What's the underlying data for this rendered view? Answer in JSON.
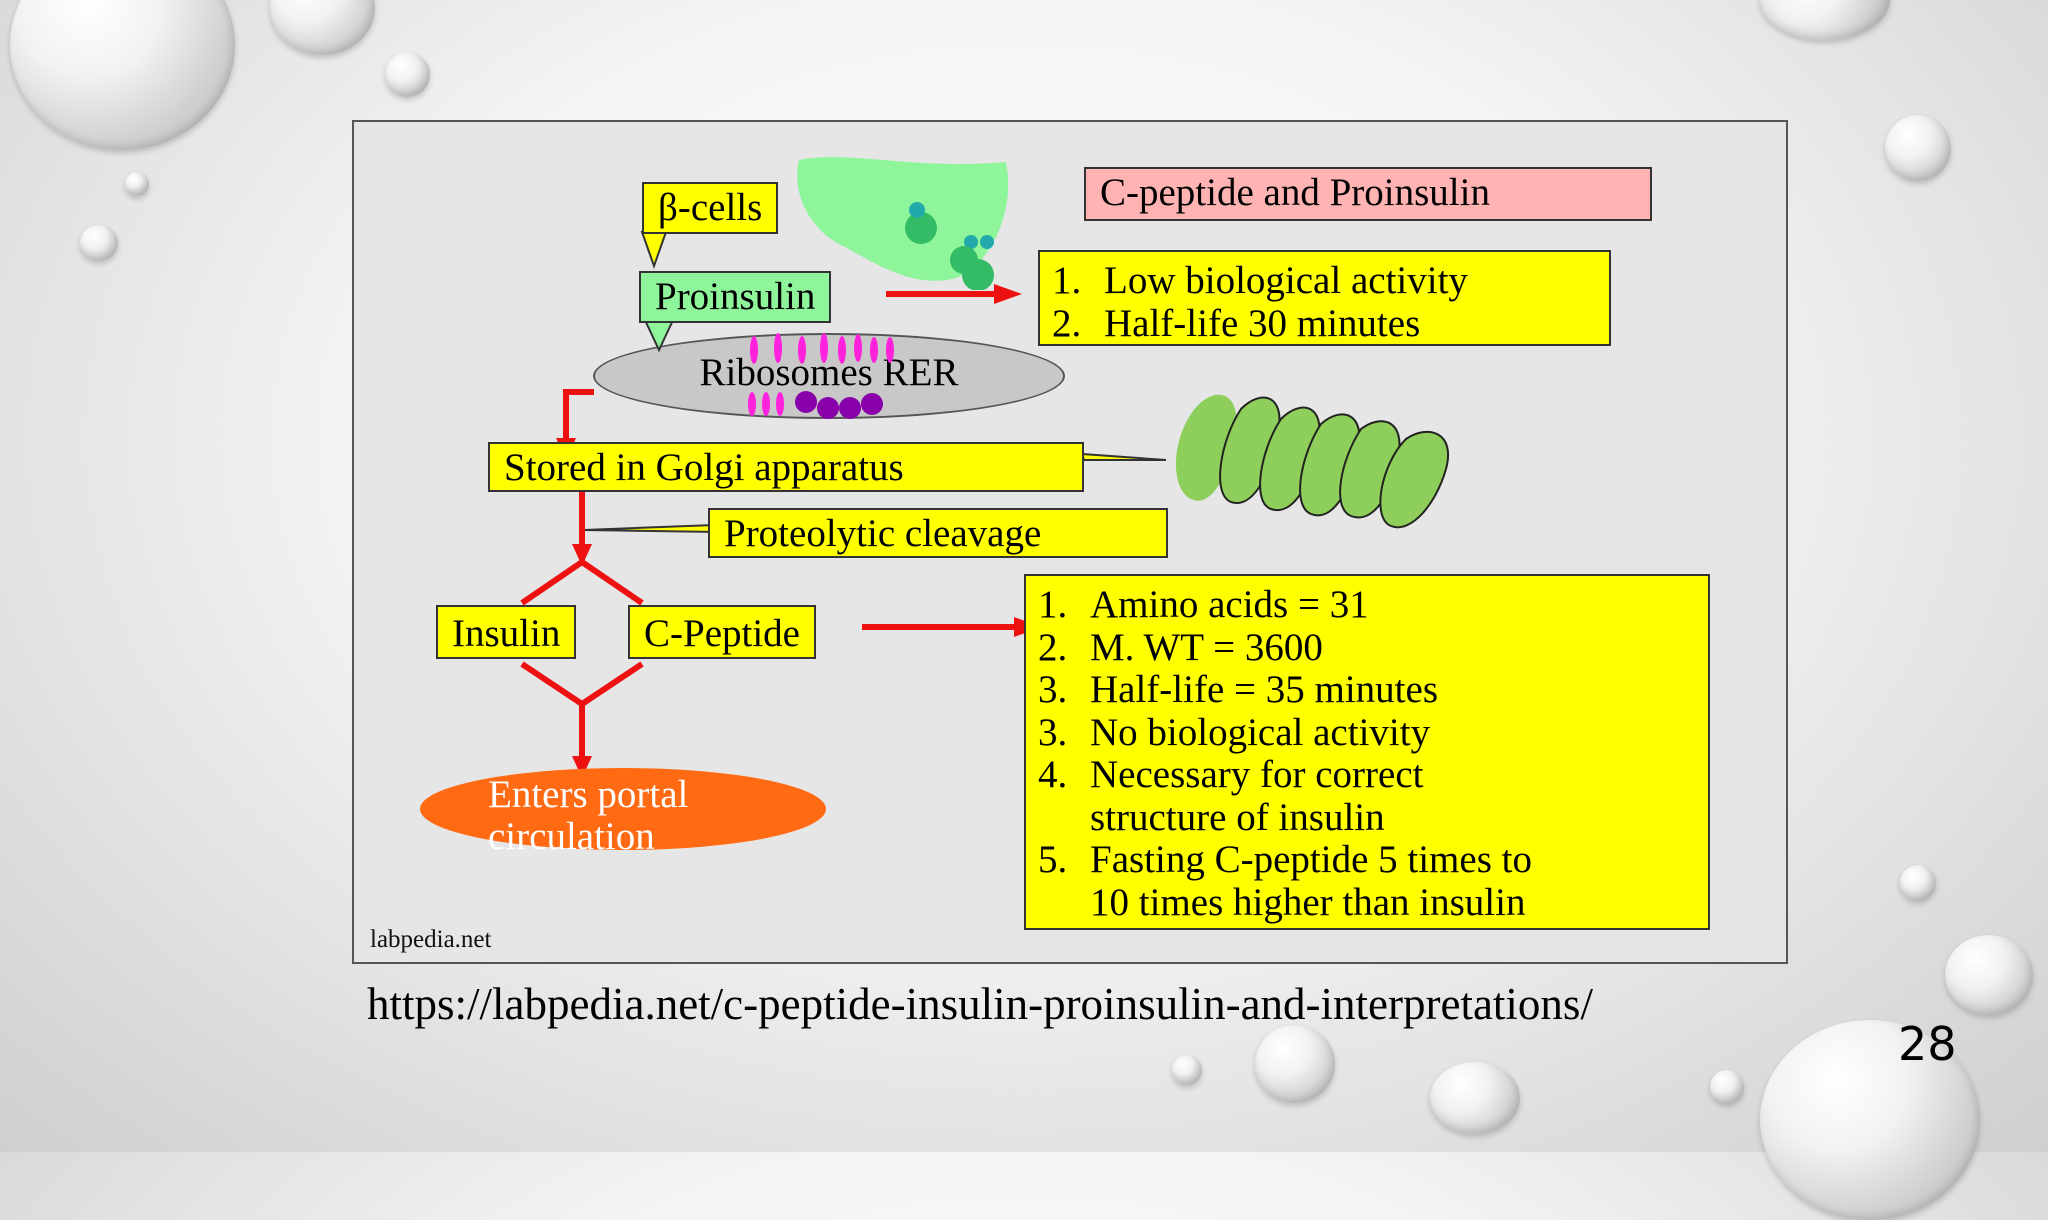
{
  "diagram": {
    "title": "C-peptide and Proinsulin",
    "beta_cells": "β-cells",
    "proinsulin": "Proinsulin",
    "ribosomes": "Ribosomes RER",
    "golgi": "Stored in Golgi apparatus",
    "cleavage": "Proteolytic cleavage",
    "insulin": "Insulin",
    "cpeptide": "C-Peptide",
    "portal": "Enters portal\ncirculation",
    "proinsulin_facts": [
      {
        "num": "1.",
        "text": "Low biological activity"
      },
      {
        "num": "2.",
        "text": "Half-life 30 minutes"
      }
    ],
    "cpeptide_facts": [
      {
        "num": "1.",
        "text": "Amino acids = 31"
      },
      {
        "num": "2.",
        "text": "M. WT = 3600"
      },
      {
        "num": "3.",
        "text": "Half-life = 35 minutes"
      },
      {
        "num": "3.",
        "text": "No biological activity"
      },
      {
        "num": "4.",
        "text": "Necessary for correct\nstructure of insulin"
      },
      {
        "num": "5.",
        "text": "Fasting C-peptide 5 times to\n10 times higher than insulin"
      }
    ],
    "credit": "labpedia.net"
  },
  "slide": {
    "url": "https://labpedia.net/c-peptide-insulin-proinsulin-and-interpretations/",
    "page_number": "28"
  },
  "colors": {
    "yellow_box": "#ffff00",
    "green_box": "#8ff59a",
    "pink_box": "#ffb3b3",
    "arrow_red": "#ee1111",
    "portal_orange": "#ff6a13",
    "golgi_green": "#8dcf5a"
  }
}
